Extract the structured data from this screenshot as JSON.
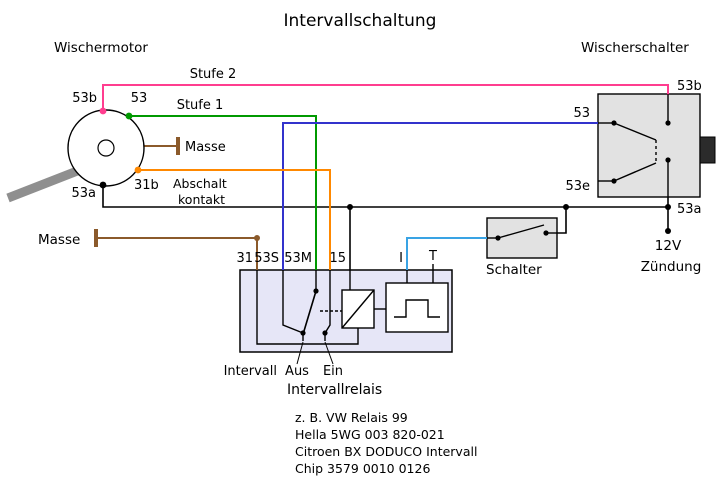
{
  "title": "Intervallschaltung",
  "motor": {
    "label": "Wischermotor",
    "terminal_53b": "53b",
    "terminal_53": "53",
    "masse_label": "Masse",
    "terminal_31b": "31b",
    "abschalt_line1": "Abschalt",
    "abschalt_line2": "kontakt",
    "terminal_53a": "53a"
  },
  "wire_labels": {
    "stufe2": "Stufe 2",
    "stufe1": "Stufe 1"
  },
  "ground_left_label": "Masse",
  "wiper_switch": {
    "label": "Wischerschalter",
    "terminal_53": "53",
    "terminal_53b": "53b",
    "terminal_53e": "53e",
    "terminal_53a": "53a"
  },
  "supply": {
    "line1": "12V",
    "line2": "Zündung"
  },
  "schalter": {
    "label": "Schalter"
  },
  "relay": {
    "label": "Intervallrelais",
    "terminal_31": "31",
    "terminal_53S": "53S",
    "terminal_53M": "53M",
    "terminal_15": "15",
    "terminal_I": "I",
    "terminal_T": "T",
    "pos_intervall": "Intervall",
    "pos_aus": "Aus",
    "pos_ein": "Ein",
    "notes": [
      "z. B. VW Relais 99",
      "Hella 5WG 003 820-021",
      "Citroen BX DODUCO Intervall",
      "Chip 3579 0010 0126"
    ]
  },
  "colors": {
    "stufe2_pink": "#ff3d8f",
    "stufe1_green": "#009900",
    "switch53_blue": "#3333cc",
    "abschaltkontakt_orange": "#ff8800",
    "masse_brown": "#8b5a2b",
    "schalter_cyan": "#39a3e4",
    "wire_black": "#000000",
    "switch_box_fill": "#e2e2e2",
    "relay_box_fill": "#e6e6f7"
  }
}
